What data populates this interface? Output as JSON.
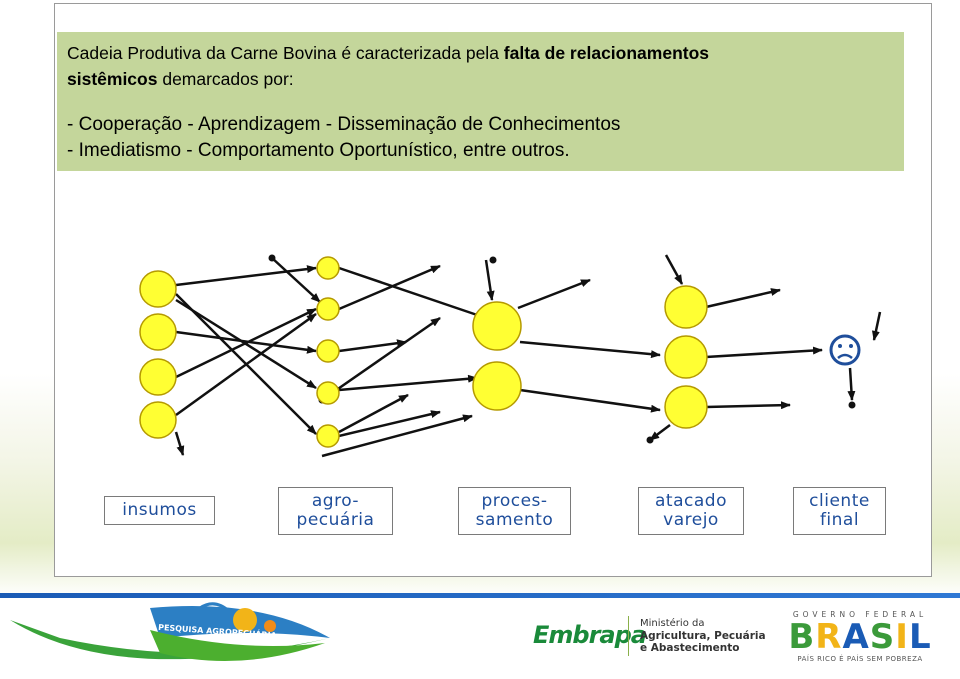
{
  "text_box": {
    "line1_normal": "Cadeia Produtiva da Carne Bovina é caracterizada pela ",
    "line1_bold": "falta de relacionamentos",
    "line2_bold": "sistêmicos",
    "line2_normal": " demarcados por:",
    "line3": "- Cooperação -  Aprendizagem -  Disseminação de Conhecimentos",
    "line4": "- Imediatismo - Comportamento Oportunístico, entre outros."
  },
  "stage_labels": [
    "insumos",
    "agro-\npecuária",
    "proces-\nsamento",
    "atacado\nvarejo",
    "cliente\nfinal"
  ],
  "colors": {
    "node_fill": "#ffff33",
    "node_stroke": "#b59a00",
    "label_text": "#1f4e9b",
    "text_box_bg": "#c4d69b",
    "sad_face": "#1f4e9b"
  },
  "icons": [
    "sad-face-icon"
  ],
  "footer": {
    "banner_small_text": "PESQUISA AGROPECUÁRIA",
    "embrapa": "Embrapa",
    "ministry_line1": "Ministério da",
    "ministry_line2": "Agricultura, Pecuária",
    "ministry_line3": "e Abastecimento",
    "gov_top": "GOVERNO FEDERAL",
    "gov_main": "BRASIL",
    "gov_sub": "PAÍS RICO É PAÍS SEM POBREZA"
  }
}
